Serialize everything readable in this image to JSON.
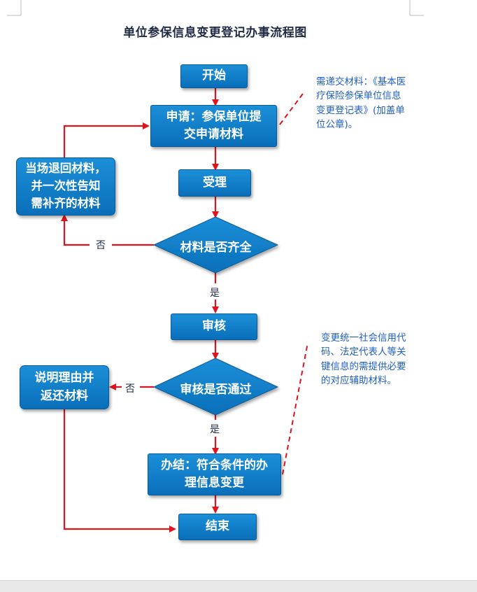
{
  "document": {
    "title": "单位参保信息变更登记办事流程图"
  },
  "nodes": {
    "start": "开始",
    "apply": "申请：参保单位提\n交申请材料",
    "accept": "受理",
    "check_complete": "材料是否齐全",
    "return_materials": "当场退回材料，\n并一次性告知\n需补齐的材料",
    "review": "审核",
    "review_pass": "审核是否通过",
    "explain_return": "说明理由并\n返还材料",
    "complete": "办结：符合条件的办\n理信息变更",
    "end": "结束"
  },
  "edge_labels": {
    "no_1": "否",
    "yes_1": "是",
    "no_2": "否",
    "yes_2": "是"
  },
  "notes": {
    "materials": "需递交材料：《基本医\n疗保险参保单位信息\n变更登记表》(加盖单\n位公章)。",
    "info": "变更统一社会信用代\n码、法定代表人等关\n键信息的需提供必要\n的对应辅助材料。"
  },
  "colors": {
    "node_fill": "#0f7cc6",
    "arrow": "#e0141e",
    "note_text": "#1f5fbf"
  }
}
